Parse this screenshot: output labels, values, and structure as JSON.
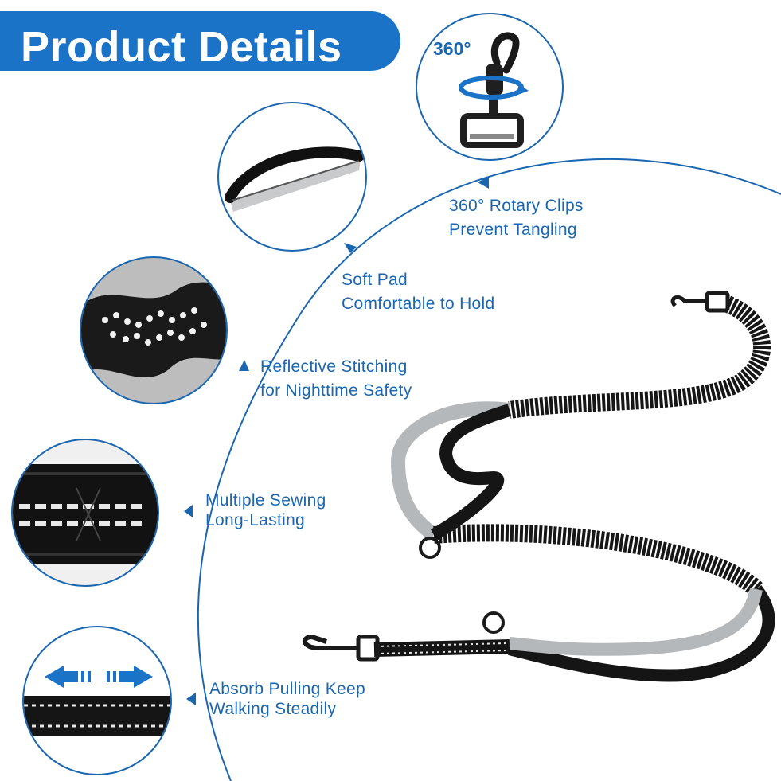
{
  "banner": {
    "title": "Product Details"
  },
  "top_badge": {
    "degree": "360°"
  },
  "features": [
    {
      "line1": "360° Rotary Clips",
      "line2": "Prevent Tangling"
    },
    {
      "line1": "Soft Pad",
      "line2": "Comfortable to Hold"
    },
    {
      "line1": "Reflective Stitching",
      "line2": "for Nighttime Safety"
    },
    {
      "line1": "Multiple Sewing",
      "line2": "Long-Lasting"
    },
    {
      "line1": "Absorb Pulling  Keep",
      "line2": "Walking Steadily"
    }
  ],
  "icons": [
    "swivel-clip-icon",
    "padded-handle-icon",
    "reflective-bungee-icon",
    "stitched-webbing-icon",
    "stretch-arrows-icon"
  ],
  "colors": {
    "accent": "#1a73c6",
    "text": "#1a66b0",
    "leash_black": "#151515",
    "leash_gray": "#b5b8bb"
  }
}
